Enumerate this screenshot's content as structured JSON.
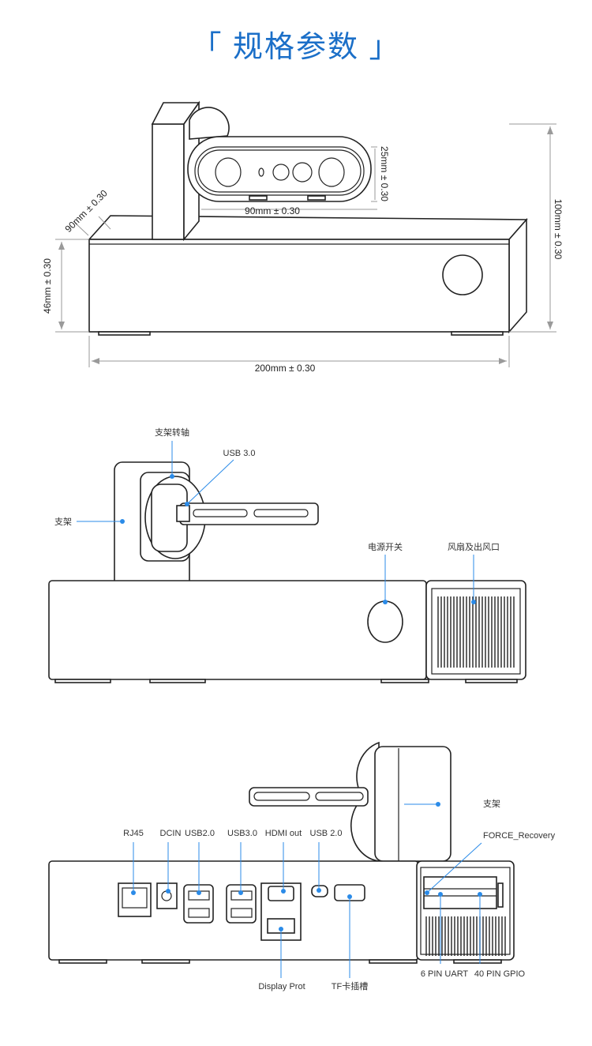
{
  "title": "「 规格参数 」",
  "dimensions": {
    "camera_height": "25mm ± 0.30",
    "camera_width": "90mm ± 0.30",
    "depth": "90mm ± 0.30",
    "total_height": "100mm ± 0.30",
    "box_height": "46mm ± 0.30",
    "box_width": "200mm ± 0.30"
  },
  "side_view": {
    "bracket_hinge": "支架转轴",
    "usb30": "USB 3.0",
    "bracket": "支架",
    "power_switch": "电源开关",
    "fan_vent": "风扇及出风口"
  },
  "rear_view": {
    "bracket": "支架",
    "rj45": "RJ45",
    "dcin": "DCIN",
    "usb20_a": "USB2.0",
    "usb30": "USB3.0",
    "hdmi": "HDMI out",
    "usb20_b": "USB 2.0",
    "force_recovery": "FORCE_Recovery",
    "display_port": "Display Prot",
    "tf_slot": "TF卡插槽",
    "uart": "6 PIN UART",
    "gpio": "40 PIN GPIO"
  }
}
